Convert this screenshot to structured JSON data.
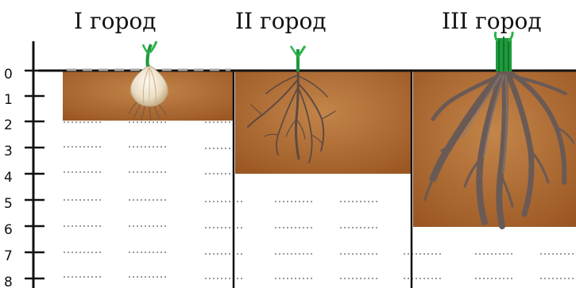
{
  "cities": [
    {
      "title": "I город",
      "depth": 2,
      "plant": "garlic-plant"
    },
    {
      "title": "II город",
      "depth": 4,
      "plant": "branching-roots-plant"
    },
    {
      "title": "III город",
      "depth": 6,
      "plant": "large-roots-plant"
    }
  ],
  "scale": {
    "labels": [
      "0",
      "1",
      "2",
      "3",
      "4",
      "5",
      "6",
      "7",
      "8"
    ]
  },
  "colors": {
    "soil": "#a8632a",
    "soil_light": "#c3854a",
    "axis": "#111111",
    "dots": "#9a9a9a",
    "root": "#5e4a41",
    "leaf": "#1e9a3c",
    "bulb": "#f1e7d3"
  }
}
